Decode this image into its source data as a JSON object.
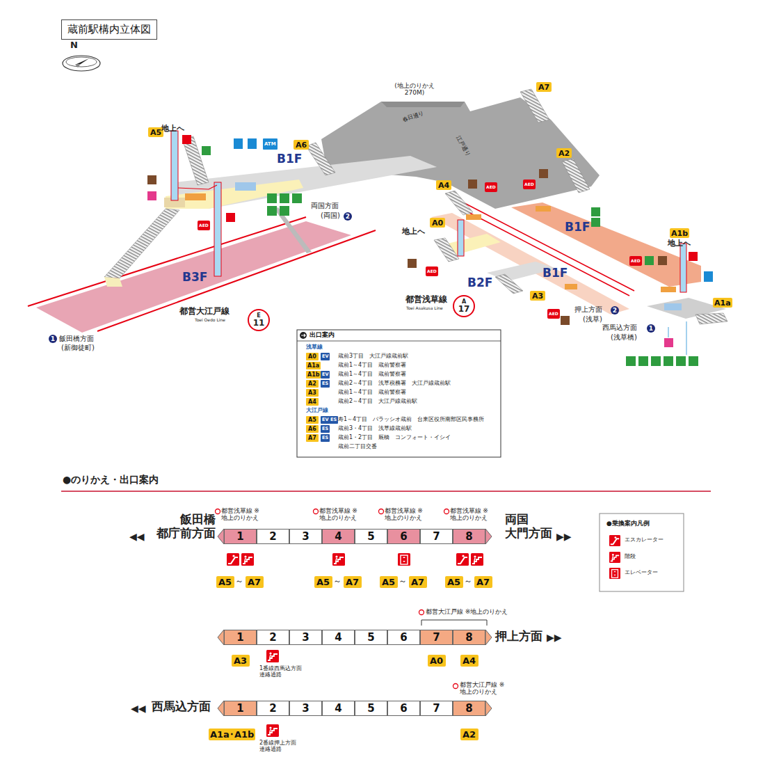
{
  "diagram": {
    "title": "蔵前駅構内立体図",
    "nodes": [
      {
        "text": [
          "A7"
        ]
      },
      {
        "text": [
          "A5"
        ]
      },
      {
        "text": [
          "A6"
        ]
      },
      {
        "text": [
          "ATM"
        ]
      },
      {
        "text": [
          "A2"
        ]
      },
      {
        "text": [
          "A4"
        ]
      },
      {
        "text": [
          "AED"
        ]
      },
      {
        "text": [
          "AED"
        ]
      },
      {
        "text": [
          "AED"
        ]
      },
      {
        "text": [
          "2"
        ]
      },
      {
        "text": [
          "A0"
        ]
      },
      {
        "text": [
          "A1b"
        ]
      },
      {
        "text": [
          "AED"
        ]
      },
      {
        "text": [
          "AED"
        ]
      },
      {
        "text": [
          "AED"
        ]
      },
      {
        "text": [
          "A3"
        ]
      },
      {
        "text": [
          "A1a"
        ]
      },
      {
        "text": [
          "E",
          "11"
        ]
      },
      {
        "text": [
          "A",
          "17"
        ]
      },
      {
        "text": [
          "2"
        ]
      },
      {
        "text": [
          "1"
        ]
      },
      {
        "text": [
          "1"
        ]
      },
      {
        "text": [
          "出口案内"
        ]
      },
      {
        "text": [
          "A0"
        ],
        "in": 22
      },
      {
        "text": [
          "EV"
        ],
        "in": 22
      },
      {
        "text": [
          "A1a"
        ],
        "in": 22
      },
      {
        "text": [
          "A1b"
        ],
        "in": 22
      },
      {
        "text": [
          "EV"
        ],
        "in": 22
      },
      {
        "text": [
          "A2"
        ],
        "in": 22
      },
      {
        "text": [
          "ES"
        ],
        "in": 22
      },
      {
        "text": [
          "A3"
        ],
        "in": 22
      },
      {
        "text": [
          "A4"
        ],
        "in": 22
      },
      {
        "text": [
          "A5"
        ],
        "in": 22
      },
      {
        "text": [
          "EV"
        ],
        "in": 22
      },
      {
        "text": [
          "ES"
        ],
        "in": 22
      },
      {
        "text": [
          "A6"
        ],
        "in": 22
      },
      {
        "text": [
          "ES"
        ],
        "in": 22
      },
      {
        "text": [
          "A7"
        ],
        "in": 22
      },
      {
        "text": [
          "ES"
        ],
        "in": 22
      },
      {
        "text": [
          "1"
        ]
      },
      {
        "text": [
          "2"
        ]
      },
      {
        "text": [
          "3"
        ]
      },
      {
        "text": [
          "4"
        ]
      },
      {
        "text": [
          "5"
        ]
      },
      {
        "text": [
          "6"
        ]
      },
      {
        "text": [
          "7"
        ]
      },
      {
        "text": [
          "8"
        ]
      },
      {
        "text": [
          "A5"
        ]
      },
      {
        "text": [
          "A7"
        ]
      },
      {
        "text": [
          "A5"
        ]
      },
      {
        "text": [
          "A7"
        ]
      },
      {
        "text": [
          "A5"
        ]
      },
      {
        "text": [
          "A7"
        ]
      },
      {
        "text": [
          "A5"
        ]
      },
      {
        "text": [
          "A7"
        ]
      },
      {
        "text": [
          "1"
        ]
      },
      {
        "text": [
          "2"
        ]
      },
      {
        "text": [
          "3"
        ]
      },
      {
        "text": [
          "4"
        ]
      },
      {
        "text": [
          "5"
        ]
      },
      {
        "text": [
          "6"
        ]
      },
      {
        "text": [
          "7"
        ]
      },
      {
        "text": [
          "8"
        ]
      },
      {
        "text": [
          "A3"
        ]
      },
      {
        "text": [
          "A0"
        ]
      },
      {
        "text": [
          "A4"
        ]
      },
      {
        "text": [
          "1"
        ]
      },
      {
        "text": [
          "2"
        ]
      },
      {
        "text": [
          "3"
        ]
      },
      {
        "text": [
          "4"
        ]
      },
      {
        "text": [
          "5"
        ]
      },
      {
        "text": [
          "6"
        ]
      },
      {
        "text": [
          "7"
        ]
      },
      {
        "text": [
          "8"
        ]
      },
      {
        "text": [
          "A1a･A1b"
        ]
      },
      {
        "text": [
          "A2"
        ]
      }
    ],
    "labels": [
      "N",
      "(地上のりかえ 270M)",
      "春日通り",
      "江戸通り",
      "地上へ",
      "B1F",
      "両国方面",
      "(両国)",
      "B3F",
      "都営大江戸線",
      "Toei Oedo Line",
      "飯田橋方面",
      "(新御徒町)",
      "地上へ",
      "B1F",
      "地上へ",
      "B1F",
      "B2F",
      "都営浅草線",
      "Toei Asakusa Line",
      "押上方面",
      "(浅草)",
      "西馬込方面",
      "(浅草橋)",
      "浅草線",
      "蔵前3丁目　大江戸線蔵前駅",
      "蔵前1～4丁目　蔵前警察署",
      "蔵前1～4丁目　蔵前警察署",
      "蔵前2～4丁目　浅草税務署　大江戸線蔵前駅",
      "蔵前1～4丁目　蔵前警察署",
      "蔵前2～4丁目　大江戸線蔵前駅",
      "大江戸線",
      "寿1～4丁目　パラッシオ蔵前　台東区役所南部区民事務所",
      "蔵前3・4丁目　浅草線蔵前駅",
      "蔵前1・2丁目　厩橋　コンフォート・イシイ",
      "蔵前二丁目交番",
      "●のりかえ・出口案内",
      "◀◀",
      "飯田橋 都庁前方面",
      "両国 大門方面",
      "▶▶",
      "都営浅草線 ※地上のりかえ",
      "都営浅草線 ※地上のりかえ",
      "都営浅草線 ※地上のりかえ",
      "都営浅草線 ※地上のりかえ",
      "～",
      "～",
      "～",
      "～",
      "都営大江戸線 ※地上のりかえ",
      "押上方面",
      "▶▶",
      "1番線西馬込方面 連絡通路",
      "◀◀",
      "西馬込方面",
      "都営大江戸線 ※地上のりかえ",
      "2番線押上方面 連絡通路",
      "●乗換案内凡例"
    ],
    "legend": [
      {
        "text": "エスカレーター"
      },
      {
        "text": "階段"
      },
      {
        "text": "エレベーター"
      }
    ]
  }
}
